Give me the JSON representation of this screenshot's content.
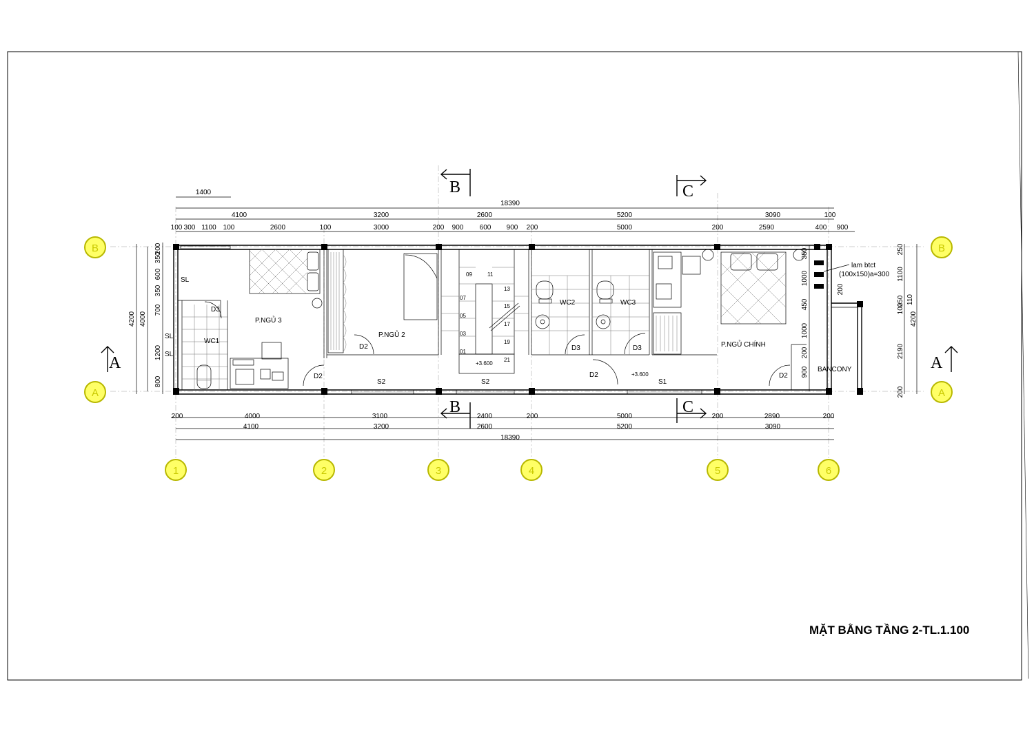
{
  "drawing": {
    "title": "MẶT BẰNG TẦNG 2-TL.1.100",
    "colors": {
      "axis_bubble_fill": "#ffff66",
      "axis_bubble_ring": "#b8b800",
      "line": "#000000"
    }
  },
  "section_marks": {
    "a": "A",
    "b": "B",
    "c": "C"
  },
  "axes": {
    "columns": [
      "1",
      "2",
      "3",
      "4",
      "5",
      "6"
    ],
    "rows": {
      "top": "B",
      "bottom": "A"
    }
  },
  "rooms": {
    "bed3": "P.NGỦ 3",
    "bed2": "P.NGỦ 2",
    "master": "P.NGỦ CHÍNH",
    "wc1": "WC1",
    "wc2": "WC2",
    "wc3": "WC3",
    "balcony": "BANCONY",
    "sl1": "SL",
    "sl2": "SL",
    "sl3": "SL"
  },
  "doors": {
    "d3_wc1": "D3",
    "d2_bed2": "D2",
    "d2_bed3": "D2",
    "d3_wc2": "D3",
    "d3_wc3": "D3",
    "d2_wc": "D2",
    "d2_master": "D2"
  },
  "windows": {
    "s2_a": "S2",
    "s2_b": "S2",
    "s1": "S1"
  },
  "levels": {
    "stair": "+3.600",
    "hall": "+3.600"
  },
  "stair_steps": [
    "01",
    "03",
    "05",
    "07",
    "09",
    "11",
    "13",
    "15",
    "17",
    "19",
    "21"
  ],
  "note": {
    "line1": "lam btct",
    "line2": "(100x150)a=300"
  },
  "dims_top": {
    "d1400": "1400",
    "total": "18390",
    "bays": [
      "4100",
      "3200",
      "2600",
      "5200",
      "3090",
      "100"
    ],
    "detail": [
      "100",
      "300",
      "1100",
      "100",
      "2600",
      "100",
      "3000",
      "200",
      "900",
      "600",
      "900",
      "200",
      "5000",
      "200",
      "2590",
      "400",
      "900"
    ]
  },
  "dims_bottom": {
    "detail": [
      "200",
      "4000",
      "3100",
      "2400",
      "200",
      "5000",
      "200",
      "2890",
      "200"
    ],
    "bays": [
      "4100",
      "3200",
      "2600",
      "5200",
      "3090"
    ],
    "total": "18390"
  },
  "dims_left": {
    "outer": "4200",
    "inner": "4000",
    "detail": [
      "200",
      "350",
      "600",
      "350",
      "700",
      "1200",
      "800"
    ]
  },
  "dims_right": {
    "outer": "4200",
    "detail": [
      "250",
      "1100",
      "250",
      "100",
      "110",
      "2190",
      "200"
    ],
    "inner": [
      "350",
      "1000",
      "200",
      "450",
      "1000",
      "200",
      "900"
    ]
  }
}
